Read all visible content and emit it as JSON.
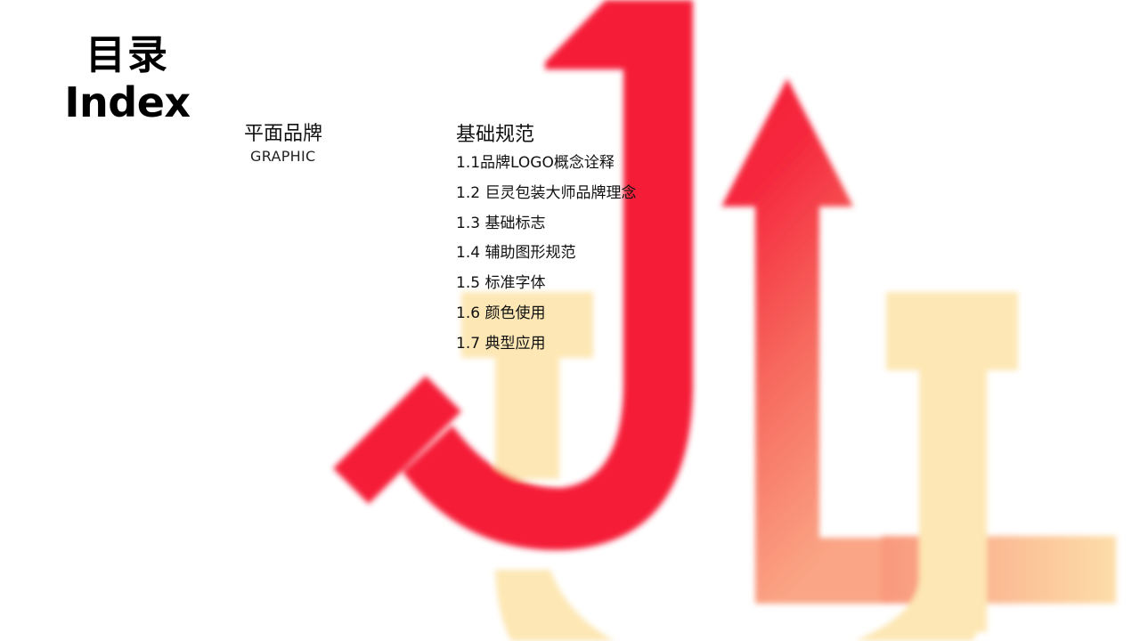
{
  "slide": {
    "title_cn": "目录",
    "title_en": "Index"
  },
  "category": {
    "label_cn": "平面品牌",
    "label_en": "GRAPHIC"
  },
  "section": {
    "title": "基础规范",
    "items": [
      {
        "label": "1.1品牌LOGO概念诠释"
      },
      {
        "label": "1.2 巨灵包装大师品牌理念"
      },
      {
        "label": "1.3 基础标志"
      },
      {
        "label": "1.4 辅助图形规范"
      },
      {
        "label": "1.5 标准字体"
      },
      {
        "label": "1.6 颜色使用"
      },
      {
        "label": "1.7 典型应用"
      }
    ]
  },
  "colors": {
    "brand_red": "#F51E37",
    "pale_yellow": "#FDE7B4",
    "peach": "#FBB58E",
    "text": "#111111",
    "background": "#FFFFFF"
  }
}
